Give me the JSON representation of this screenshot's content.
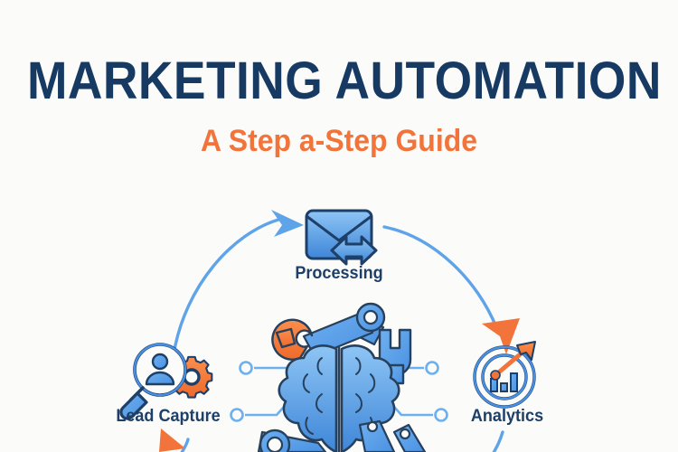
{
  "page": {
    "background_color": "#fbfbfa",
    "navy": "#173a63",
    "orange": "#f2743a",
    "blue": "#4a90e2",
    "blue_light": "#6cb0f0"
  },
  "heading": {
    "title": "MARKETING AUTOMATION",
    "subtitle": "A Step a-Step Guide"
  },
  "diagram": {
    "type": "cycle",
    "center_icon": "ai-brain-robot-arms-icon",
    "nodes": [
      {
        "id": "processing",
        "label": "Processing",
        "icon": "envelope-arrow-icon"
      },
      {
        "id": "analytics",
        "label": "Analytics",
        "icon": "target-bar-chart-arrow-icon"
      },
      {
        "id": "lead-capture",
        "label": "Lead Capture",
        "icon": "magnifier-person-gear-icon"
      }
    ],
    "connectors": [
      {
        "from": "lead-capture",
        "to": "processing",
        "style": "curved-arrow",
        "head_color": "#5fa3e8"
      },
      {
        "from": "processing",
        "to": "analytics",
        "style": "curved-arrow",
        "head_color": "#f2743a"
      },
      {
        "from": "analytics",
        "to": "lead-capture",
        "style": "curved-arrow",
        "head_color": "#f2743a"
      }
    ]
  }
}
